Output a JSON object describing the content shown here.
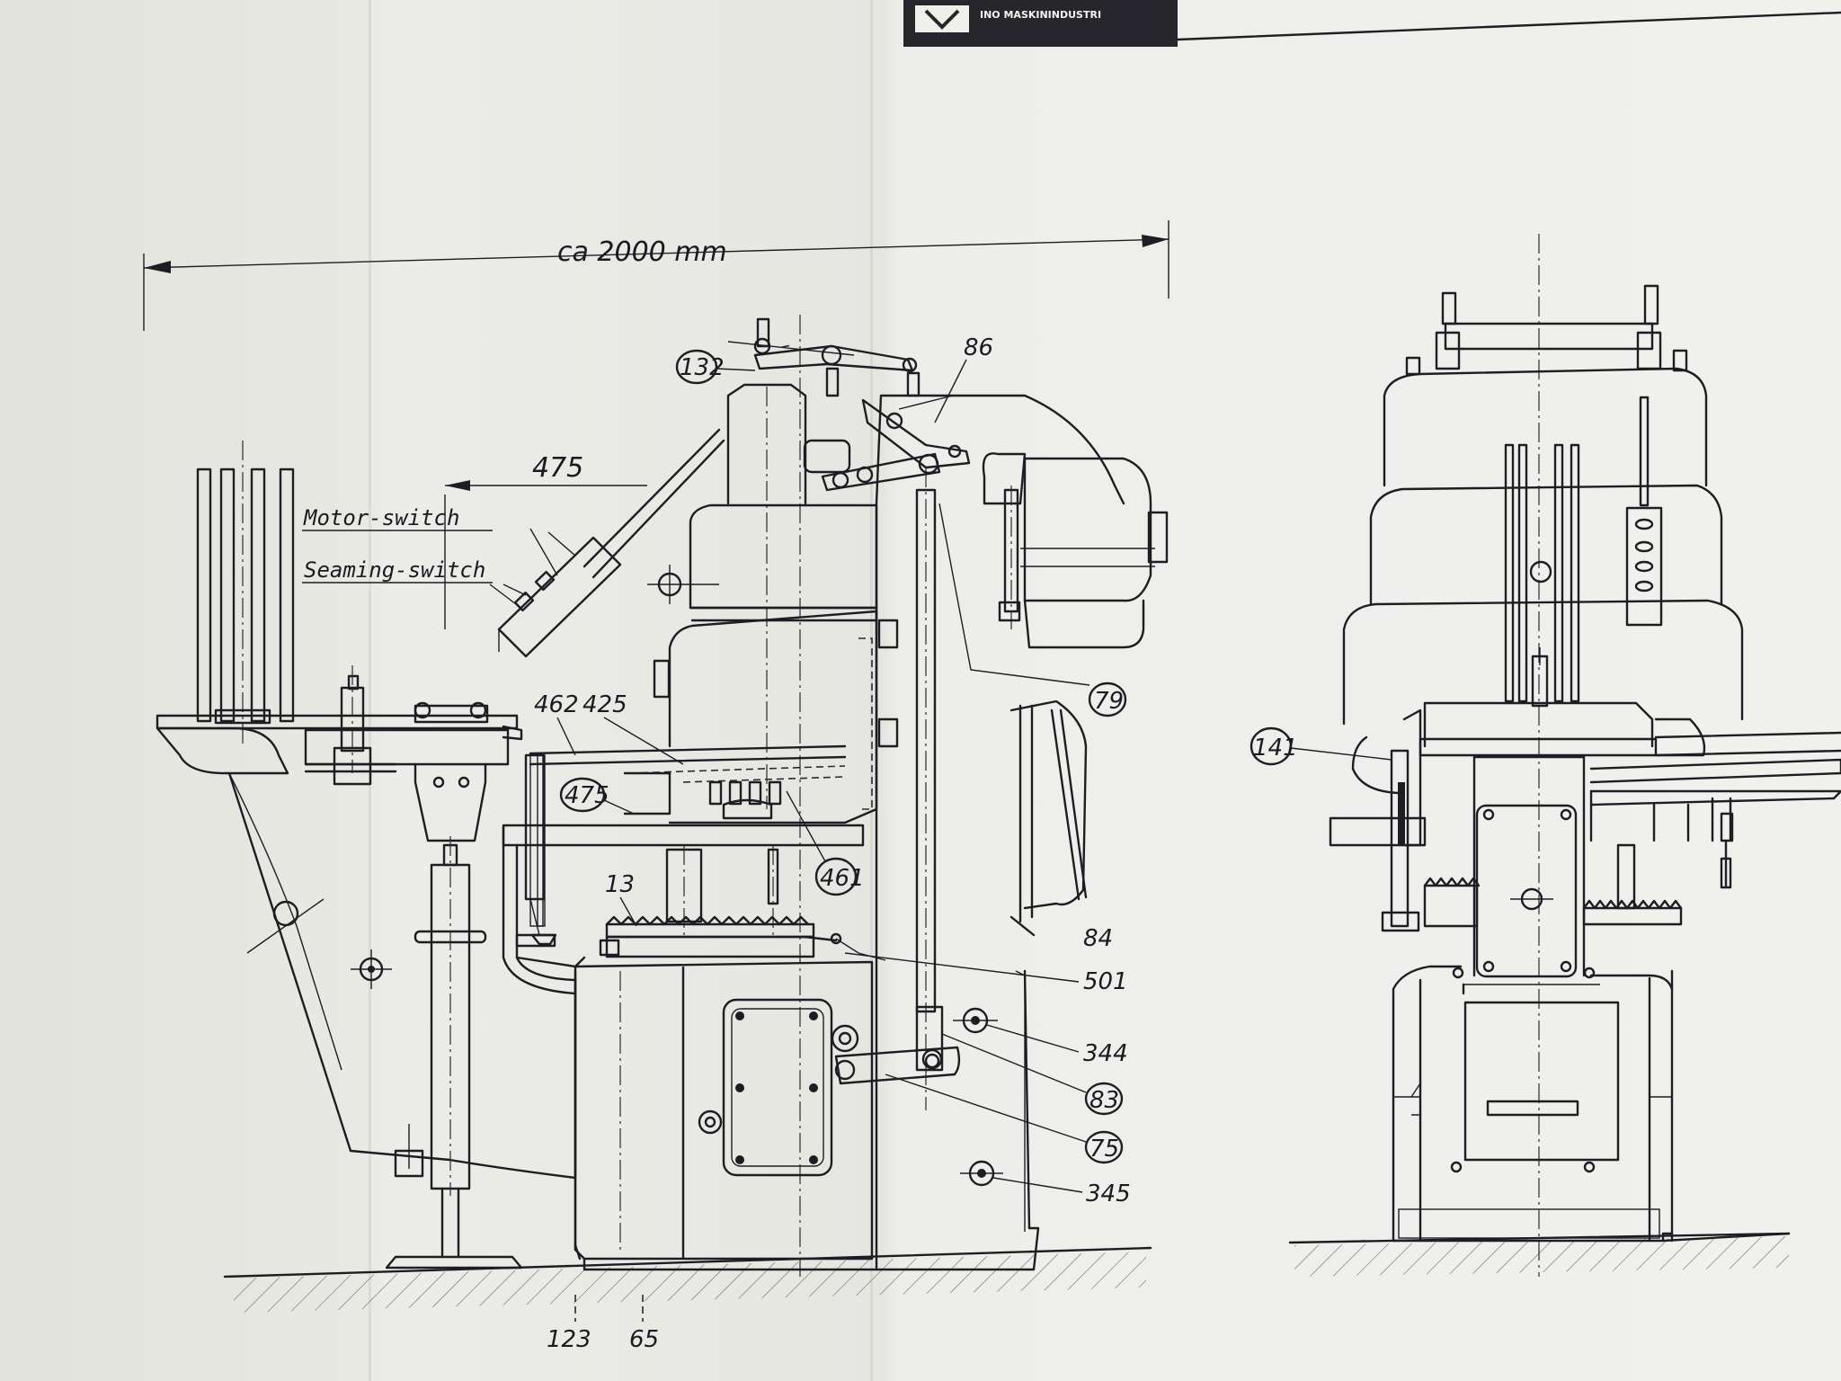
{
  "stamp": {
    "line1": "INO MASKININDUSTRI",
    "line2": ""
  },
  "dimensions": {
    "overall": "ca 2000  mm",
    "switch_offset": "475"
  },
  "switch_labels": {
    "motor": "Motor-switch",
    "seaming": "Seaming-switch"
  },
  "part_numbers": {
    "p132": "132",
    "p86": "86",
    "p79": "79",
    "p462": "462",
    "p425": "425",
    "p475": "475",
    "p13": "13",
    "p461": "461",
    "p84": "84",
    "p501": "501",
    "p344": "344",
    "p83": "83",
    "p75": "75",
    "p345": "345",
    "p123": "123",
    "p65": "65",
    "p141": "141"
  }
}
